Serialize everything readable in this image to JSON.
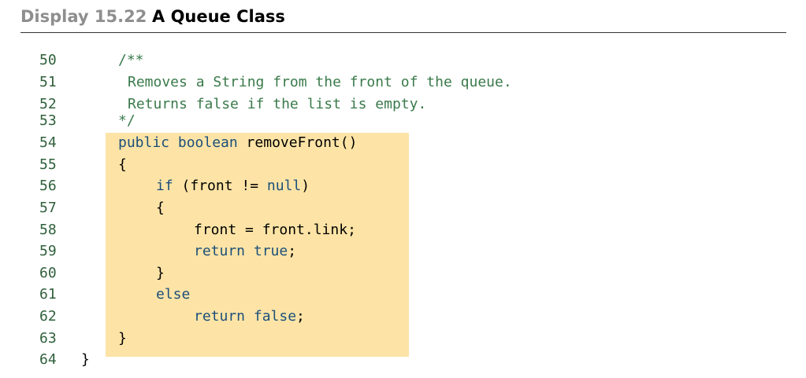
{
  "header": {
    "display_label": "Display 15.22",
    "title": "A Queue Class"
  },
  "colors": {
    "highlight": "#fde4a6",
    "comment": "#3a7a4b",
    "keyword": "#1c4f7a",
    "line_number": "#2f5f3a",
    "header_label": "#8e8e8e"
  },
  "code_lines": [
    {
      "number": "50",
      "segments": [
        {
          "text": "/**",
          "type": "comment"
        }
      ]
    },
    {
      "number": "51",
      "segments": [
        {
          "text": "Removes a String from the front of the queue.",
          "type": "comment"
        }
      ]
    },
    {
      "number": "52",
      "segments": [
        {
          "text": "Returns false if the list is empty.",
          "type": "comment"
        }
      ]
    },
    {
      "number": "53",
      "segments": [
        {
          "text": "*/",
          "type": "comment"
        }
      ]
    },
    {
      "number": "54",
      "segments": [
        {
          "text": "public boolean",
          "type": "keyword"
        },
        {
          "text": " removeFront()",
          "type": "plain"
        }
      ]
    },
    {
      "number": "55",
      "segments": [
        {
          "text": "{",
          "type": "plain"
        }
      ]
    },
    {
      "number": "56",
      "segments": [
        {
          "text": "if",
          "type": "keyword"
        },
        {
          "text": " (front != ",
          "type": "plain"
        },
        {
          "text": "null",
          "type": "keyword"
        },
        {
          "text": ")",
          "type": "plain"
        }
      ]
    },
    {
      "number": "57",
      "segments": [
        {
          "text": "{",
          "type": "plain"
        }
      ]
    },
    {
      "number": "58",
      "segments": [
        {
          "text": "front = front.link;",
          "type": "plain"
        }
      ]
    },
    {
      "number": "59",
      "segments": [
        {
          "text": "return true",
          "type": "keyword"
        },
        {
          "text": ";",
          "type": "plain"
        }
      ]
    },
    {
      "number": "60",
      "segments": [
        {
          "text": "}",
          "type": "plain"
        }
      ]
    },
    {
      "number": "61",
      "segments": [
        {
          "text": "else",
          "type": "keyword"
        }
      ]
    },
    {
      "number": "62",
      "segments": [
        {
          "text": "return false",
          "type": "keyword"
        },
        {
          "text": ";",
          "type": "plain"
        }
      ]
    },
    {
      "number": "63",
      "segments": [
        {
          "text": "}",
          "type": "plain"
        }
      ]
    },
    {
      "number": "64",
      "segments": [
        {
          "text": "}",
          "type": "plain"
        }
      ]
    }
  ]
}
